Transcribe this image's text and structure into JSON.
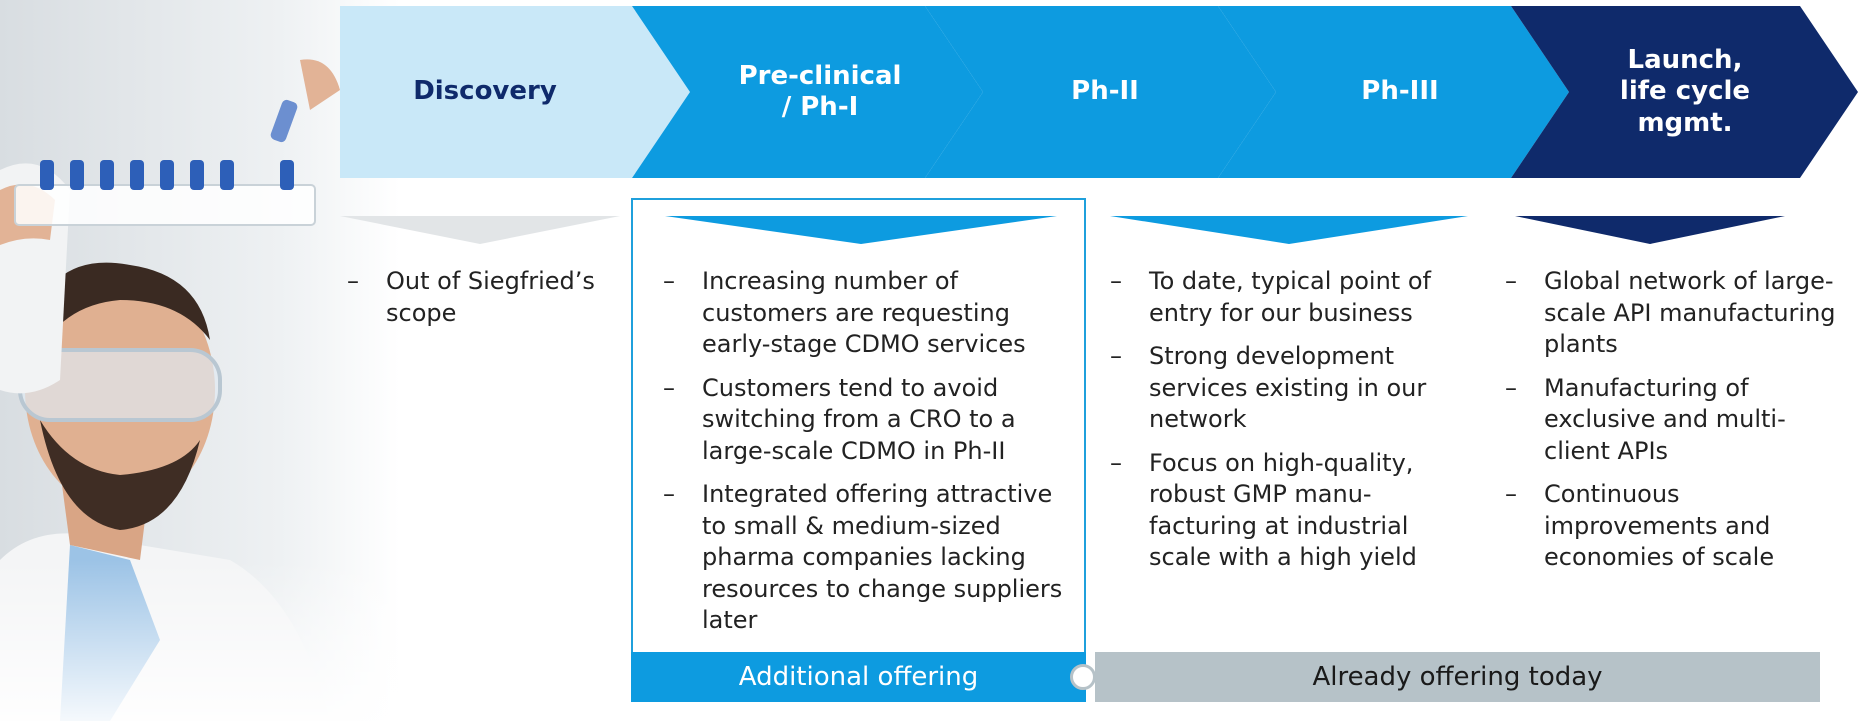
{
  "colors": {
    "stage_discovery": "#c9e8f8",
    "stage_mid": "#0d9be0",
    "stage_launch": "#0f2a6b",
    "label_dark": "#0f2a6b",
    "label_light": "#ffffff",
    "triangle_grey": "#e2e5e7",
    "additional_offering": "#0d9be0",
    "already_offering": "#b6c2c8"
  },
  "stages": [
    {
      "label": "Discovery"
    },
    {
      "label": "Pre-clinical\n/ Ph-I"
    },
    {
      "label": "Ph-II"
    },
    {
      "label": "Ph-III"
    },
    {
      "label": "Launch,\nlife cycle\nmgmt."
    }
  ],
  "columns": {
    "discovery": {
      "bullets": [
        "Out of Siegfried’s scope"
      ]
    },
    "preclinical": {
      "bullets": [
        "Increasing number of customers are requesting early-stage CDMO services",
        "Customers tend to avoid switching from a CRO to a large-scale CDMO in Ph-II",
        "Integrated offering attractive to small & medium-sized pharma companies lacking resources to change suppliers later"
      ]
    },
    "phase2_3": {
      "bullets": [
        "To date, typical point of entry for our business",
        "Strong development services existing in our network",
        "Focus on high-quality, robust GMP manu-facturing at industrial scale with a high yield"
      ]
    },
    "launch": {
      "bullets": [
        "Global network of large-scale API manufacturing plants",
        "Manufacturing of exclusive and multi-client APIs",
        "Continuous improvements and economies of scale"
      ]
    }
  },
  "bullet_marker": "–",
  "bars": {
    "additional": "Additional offering",
    "today": "Already offering today"
  }
}
